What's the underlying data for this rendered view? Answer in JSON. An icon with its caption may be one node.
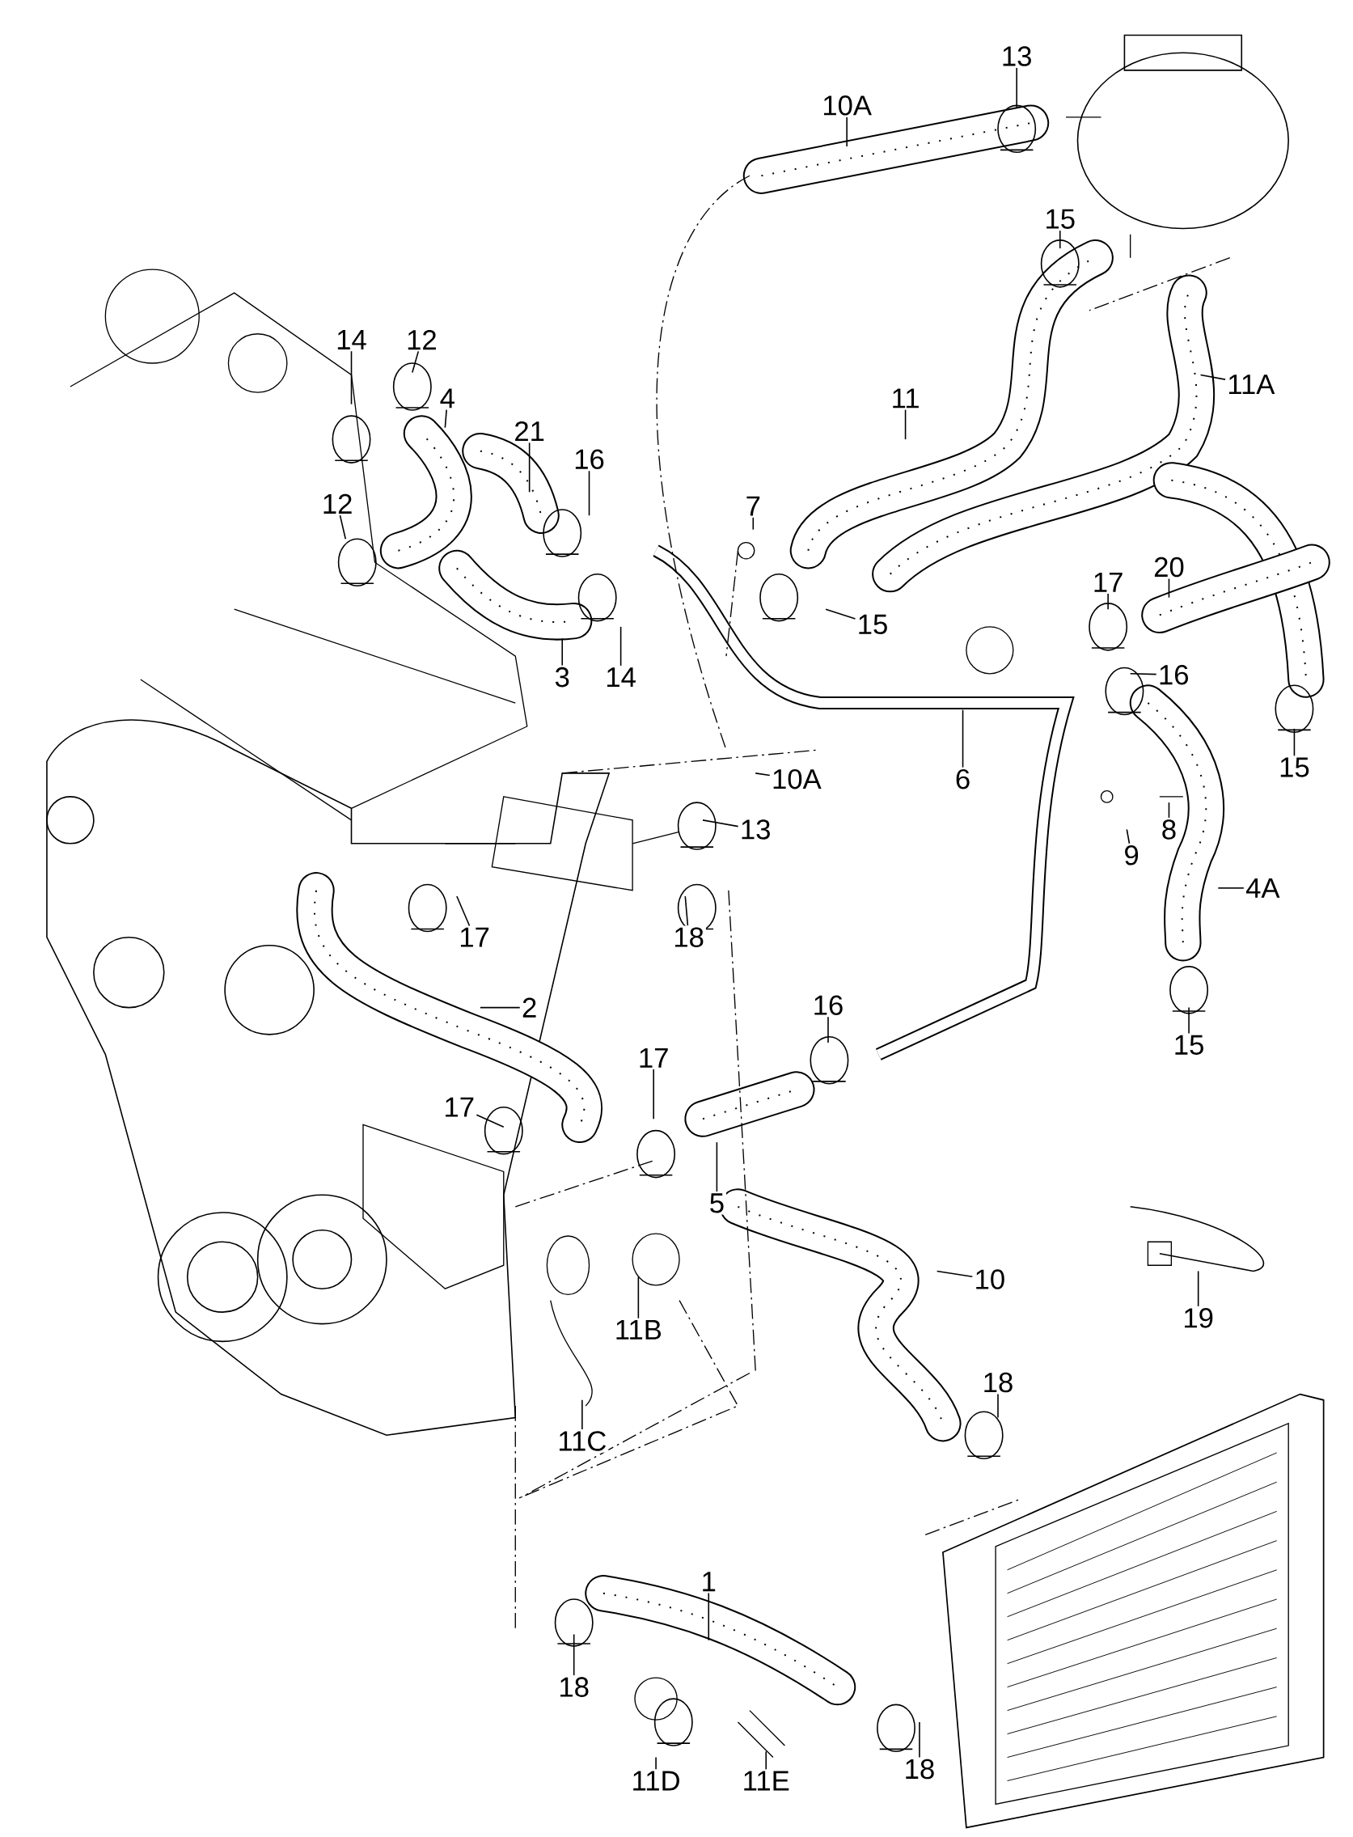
{
  "diagram": {
    "nodes": [
      {
        "text": [
          "13"
        ]
      },
      {
        "text": [
          "10A"
        ]
      },
      {
        "text": [
          "15"
        ]
      },
      {
        "text": [
          "14"
        ]
      },
      {
        "text": [
          "12"
        ]
      },
      {
        "text": [
          "11A"
        ]
      },
      {
        "text": [
          "11"
        ]
      },
      {
        "text": [
          "4"
        ]
      },
      {
        "text": [
          "21"
        ]
      },
      {
        "text": [
          "16"
        ]
      },
      {
        "text": [
          "12"
        ]
      },
      {
        "text": [
          "7"
        ]
      },
      {
        "text": [
          "20"
        ]
      },
      {
        "text": [
          "17"
        ]
      },
      {
        "text": [
          "15"
        ]
      },
      {
        "text": [
          "3"
        ]
      },
      {
        "text": [
          "14"
        ]
      },
      {
        "text": [
          "16"
        ]
      },
      {
        "text": [
          "15"
        ]
      },
      {
        "text": [
          "10A"
        ]
      },
      {
        "text": [
          "6"
        ]
      },
      {
        "text": [
          "13"
        ]
      },
      {
        "text": [
          "8"
        ]
      },
      {
        "text": [
          "9"
        ]
      },
      {
        "text": [
          "4A"
        ]
      },
      {
        "text": [
          "17"
        ]
      },
      {
        "text": [
          "18"
        ]
      },
      {
        "text": [
          "2"
        ]
      },
      {
        "text": [
          "16"
        ]
      },
      {
        "text": [
          "15"
        ]
      },
      {
        "text": [
          "17"
        ]
      },
      {
        "text": [
          "17"
        ]
      },
      {
        "text": [
          "5"
        ]
      },
      {
        "text": [
          "10"
        ]
      },
      {
        "text": [
          "19"
        ]
      },
      {
        "text": [
          "11B"
        ]
      },
      {
        "text": [
          "18"
        ]
      },
      {
        "text": [
          "11C"
        ]
      },
      {
        "text": [
          "1"
        ]
      },
      {
        "text": [
          "18"
        ]
      },
      {
        "text": [
          "18"
        ]
      },
      {
        "text": [
          "11D"
        ]
      },
      {
        "text": [
          "11E"
        ]
      }
    ],
    "edges": [
      {
        "from": 0,
        "to": null,
        "arrow": "none"
      },
      {
        "from": 1,
        "to": null,
        "arrow": "none"
      },
      {
        "from": 2,
        "to": null,
        "arrow": "none"
      },
      {
        "from": 3,
        "to": null,
        "arrow": "none"
      },
      {
        "from": 4,
        "to": null,
        "arrow": "none"
      },
      {
        "from": 5,
        "to": null,
        "arrow": "none"
      },
      {
        "from": 6,
        "to": null,
        "arrow": "none"
      },
      {
        "from": 7,
        "to": null,
        "arrow": "none"
      },
      {
        "from": 8,
        "to": null,
        "arrow": "none"
      },
      {
        "from": 9,
        "to": null,
        "arrow": "none"
      },
      {
        "from": 10,
        "to": null,
        "arrow": "none"
      },
      {
        "from": 11,
        "to": null,
        "arrow": "none"
      },
      {
        "from": 12,
        "to": null,
        "arrow": "none"
      },
      {
        "from": 13,
        "to": null,
        "arrow": "none"
      },
      {
        "from": 14,
        "to": null,
        "arrow": "none"
      },
      {
        "from": 15,
        "to": null,
        "arrow": "none"
      },
      {
        "from": 16,
        "to": null,
        "arrow": "none"
      },
      {
        "from": 17,
        "to": null,
        "arrow": "none"
      },
      {
        "from": 18,
        "to": null,
        "arrow": "none"
      },
      {
        "from": 19,
        "to": null,
        "arrow": "none"
      },
      {
        "from": 20,
        "to": null,
        "arrow": "none"
      },
      {
        "from": 21,
        "to": null,
        "arrow": "none"
      },
      {
        "from": 22,
        "to": null,
        "arrow": "none"
      },
      {
        "from": 23,
        "to": null,
        "arrow": "none"
      },
      {
        "from": 24,
        "to": null,
        "arrow": "none"
      },
      {
        "from": 25,
        "to": null,
        "arrow": "none"
      },
      {
        "from": 26,
        "to": null,
        "arrow": "none"
      },
      {
        "from": 27,
        "to": null,
        "arrow": "none"
      },
      {
        "from": 28,
        "to": null,
        "arrow": "none"
      },
      {
        "from": 29,
        "to": null,
        "arrow": "none"
      },
      {
        "from": 30,
        "to": null,
        "arrow": "none"
      },
      {
        "from": 31,
        "to": null,
        "arrow": "none"
      },
      {
        "from": 32,
        "to": null,
        "arrow": "none"
      },
      {
        "from": 33,
        "to": null,
        "arrow": "none"
      },
      {
        "from": 34,
        "to": null,
        "arrow": "none"
      },
      {
        "from": 35,
        "to": null,
        "arrow": "none"
      },
      {
        "from": 36,
        "to": null,
        "arrow": "none"
      },
      {
        "from": 37,
        "to": null,
        "arrow": "none"
      },
      {
        "from": 38,
        "to": null,
        "arrow": "none"
      },
      {
        "from": 39,
        "to": null,
        "arrow": "none"
      },
      {
        "from": 40,
        "to": null,
        "arrow": "none"
      },
      {
        "from": 41,
        "to": null,
        "arrow": "none"
      },
      {
        "from": 42,
        "to": null,
        "arrow": "none"
      }
    ]
  }
}
